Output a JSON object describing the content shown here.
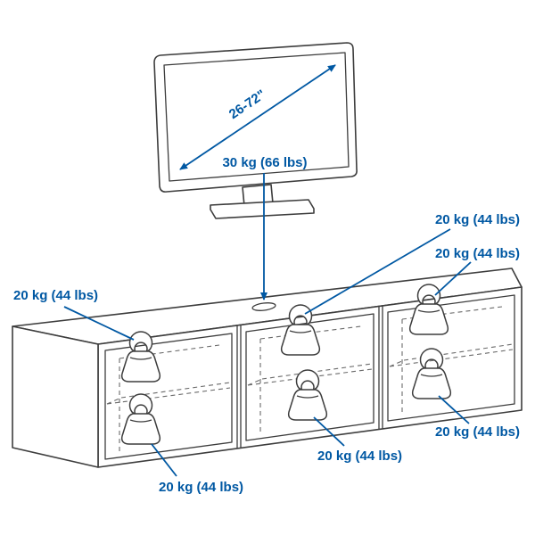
{
  "diagram": {
    "type": "product-load-capacity-diagram",
    "subject": "tv-bench-with-tv",
    "background": "#ffffff",
    "accent_color": "#0058a3",
    "line_color": "#3d3d3d",
    "bench_sections": 3,
    "weights_shown": 6
  },
  "labels": {
    "tv_size": "26-72\"",
    "tv_load": "30 kg (66 lbs)",
    "load_middle_upper": "20 kg (44 lbs)",
    "load_right_upper": "20 kg (44 lbs)",
    "load_left_upper": "20 kg (44 lbs)",
    "load_right_lower": "20 kg (44 lbs)",
    "load_middle_lower": "20 kg (44 lbs)",
    "load_left_lower": "20 kg (44 lbs)"
  }
}
